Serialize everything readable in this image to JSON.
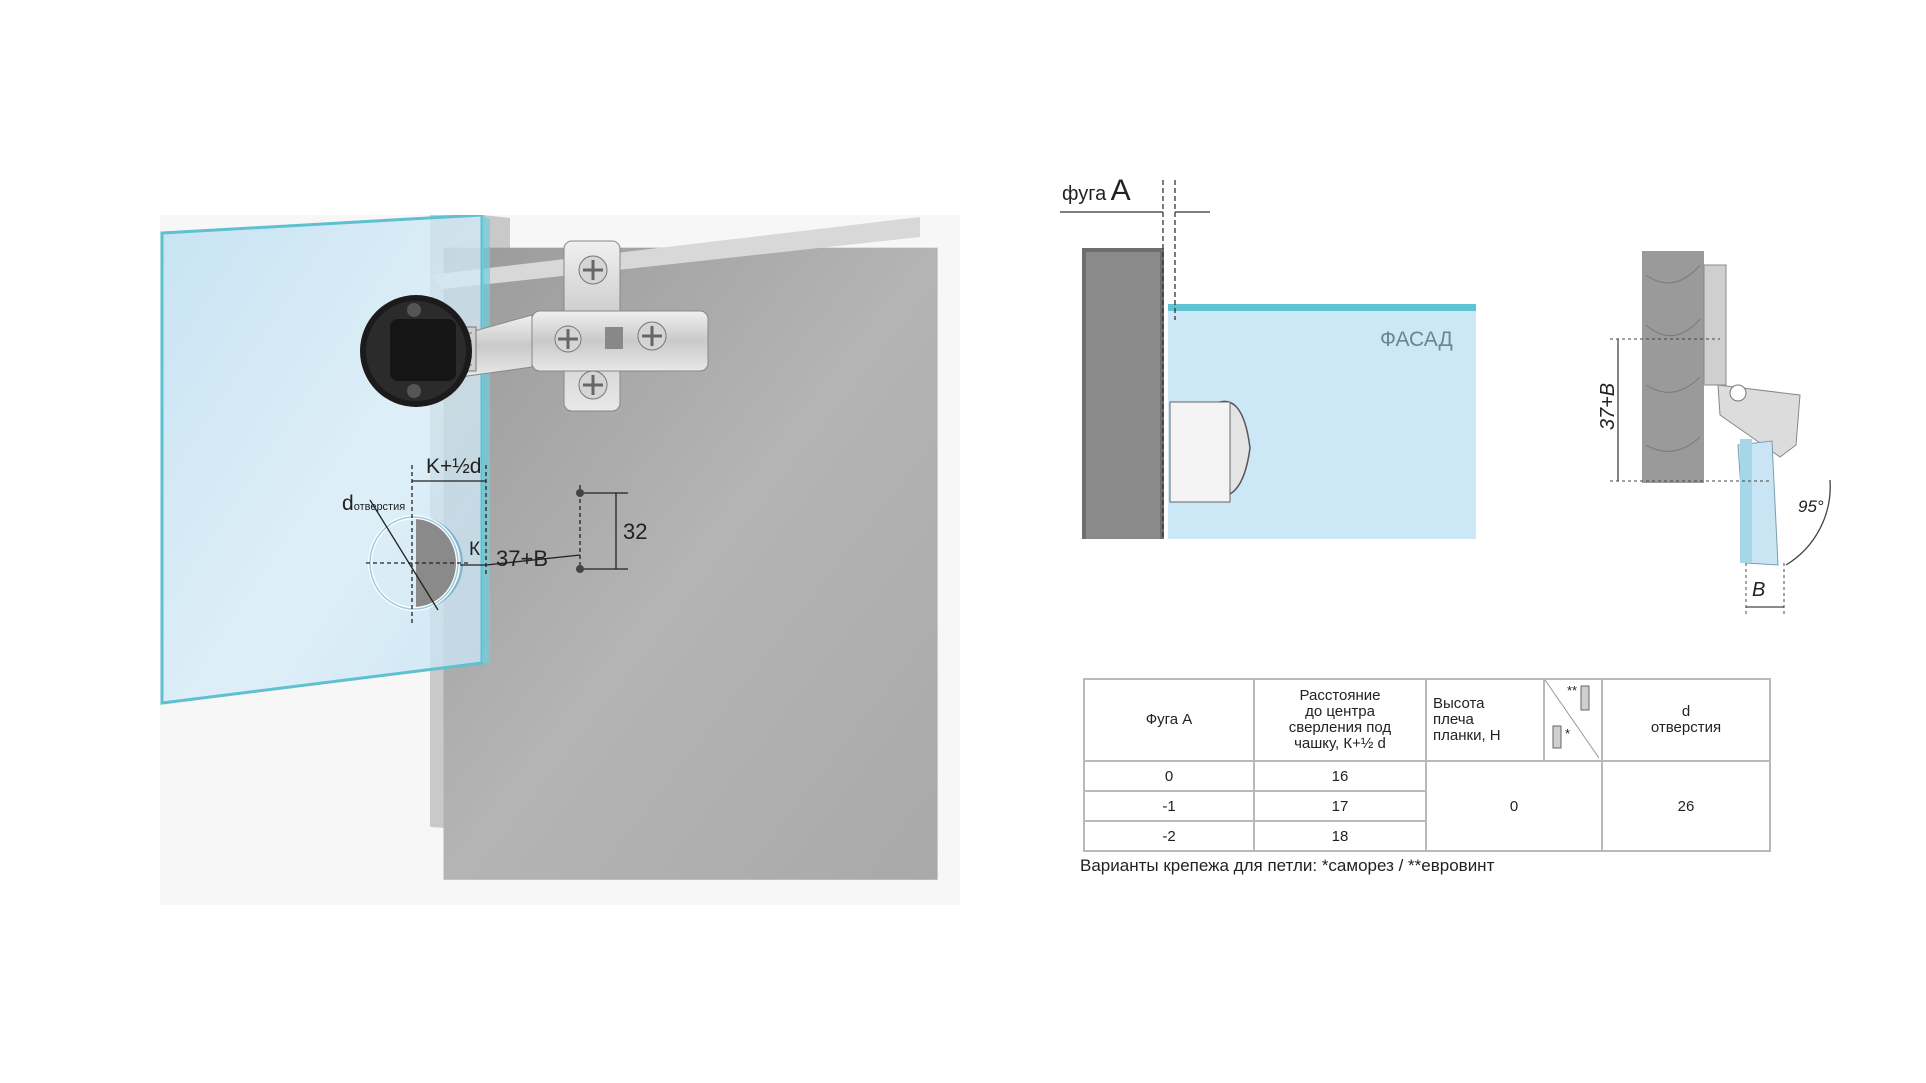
{
  "left_illustration": {
    "label_k_half_d": "K+½d",
    "label_d": "d",
    "label_d_sub": "отверстия",
    "label_k": "К",
    "label_37b": "37+B",
    "label_32": "32"
  },
  "section_view": {
    "label_fuga": "фуга",
    "label_a": "A",
    "label_fasad": "ФАСАД"
  },
  "side_view": {
    "label_37b": "37+B",
    "label_95": "95°",
    "label_b": "B"
  },
  "table": {
    "headers": {
      "fuga": "Фуга А",
      "distance_1": "Расстояние",
      "distance_2": "до центра",
      "distance_3": "сверления под",
      "distance_4": "чашку, К+½ d",
      "height_1": "Высота",
      "height_2": "плеча",
      "height_3": "планки, H",
      "icon_top": "**",
      "icon_bottom": "*",
      "d_1": "d",
      "d_2": "отверстия"
    },
    "rows": [
      {
        "fuga": "0",
        "distance": "16"
      },
      {
        "fuga": "-1",
        "distance": "17"
      },
      {
        "fuga": "-2",
        "distance": "18"
      }
    ],
    "height_value": "0",
    "d_value": "26"
  },
  "footnote": "Варианты крепежа для петли: *саморез / **евровинт"
}
